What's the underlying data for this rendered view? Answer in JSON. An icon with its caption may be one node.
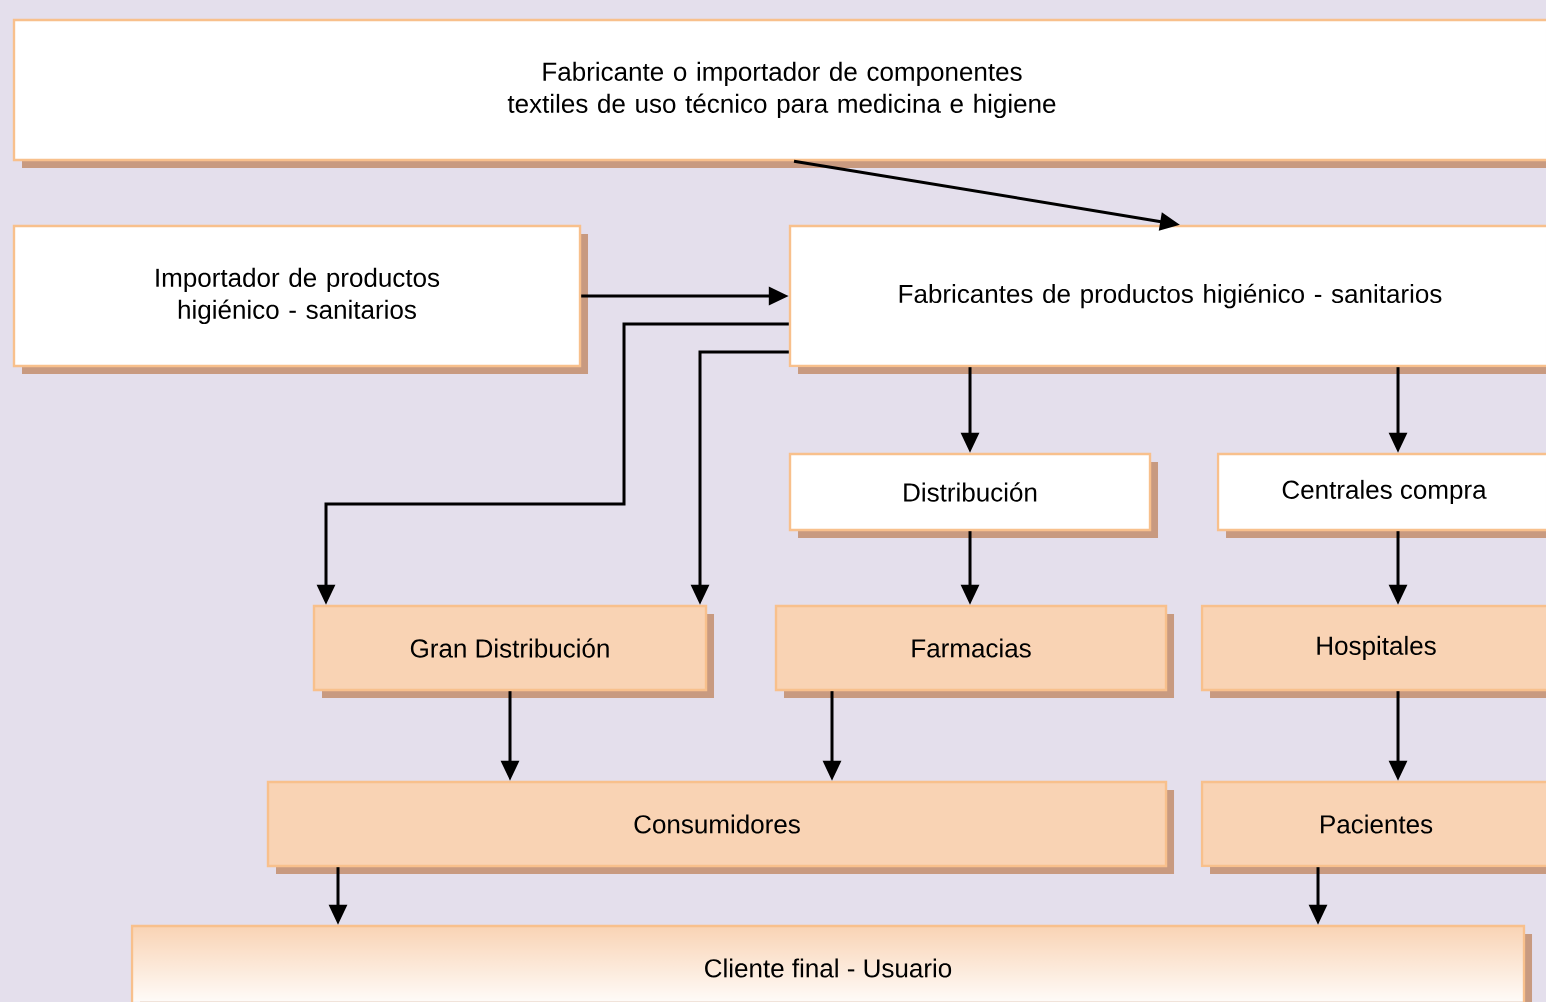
{
  "diagram": {
    "nodes": [
      {
        "text": [
          "Fabricante o importador de componentes textiles de uso técnico para medicina e higiene"
        ]
      },
      {
        "text": [
          "Importador de productos higiénico - sanitarios"
        ]
      },
      {
        "text": [
          "Fabricantes de productos higiénico - sanitarios"
        ]
      },
      {
        "text": [
          "Distribución"
        ]
      },
      {
        "text": [
          "Centrales compra"
        ]
      },
      {
        "text": [
          "Gran Distribución"
        ]
      },
      {
        "text": [
          "Farmacias"
        ]
      },
      {
        "text": [
          "Hospitales"
        ]
      },
      {
        "text": [
          "Consumidores"
        ]
      },
      {
        "text": [
          "Pacientes"
        ]
      },
      {
        "text": [
          "Cliente final - Usuario"
        ]
      }
    ],
    "edges": [
      {
        "from": 0,
        "to": 2,
        "arrow": "to"
      },
      {
        "from": 1,
        "to": 2,
        "arrow": "to"
      },
      {
        "from": 2,
        "to": 5,
        "arrow": "to"
      },
      {
        "from": 2,
        "to": 5,
        "arrow": "to"
      },
      {
        "from": 2,
        "to": 3,
        "arrow": "to"
      },
      {
        "from": 2,
        "to": 4,
        "arrow": "to"
      },
      {
        "from": 3,
        "to": 6,
        "arrow": "to"
      },
      {
        "from": 4,
        "to": 7,
        "arrow": "to"
      },
      {
        "from": 5,
        "to": 8,
        "arrow": "to"
      },
      {
        "from": 6,
        "to": 8,
        "arrow": "to"
      },
      {
        "from": 7,
        "to": 9,
        "arrow": "to"
      },
      {
        "from": 8,
        "to": 10,
        "arrow": "to"
      },
      {
        "from": 9,
        "to": 10,
        "arrow": "to"
      }
    ]
  }
}
